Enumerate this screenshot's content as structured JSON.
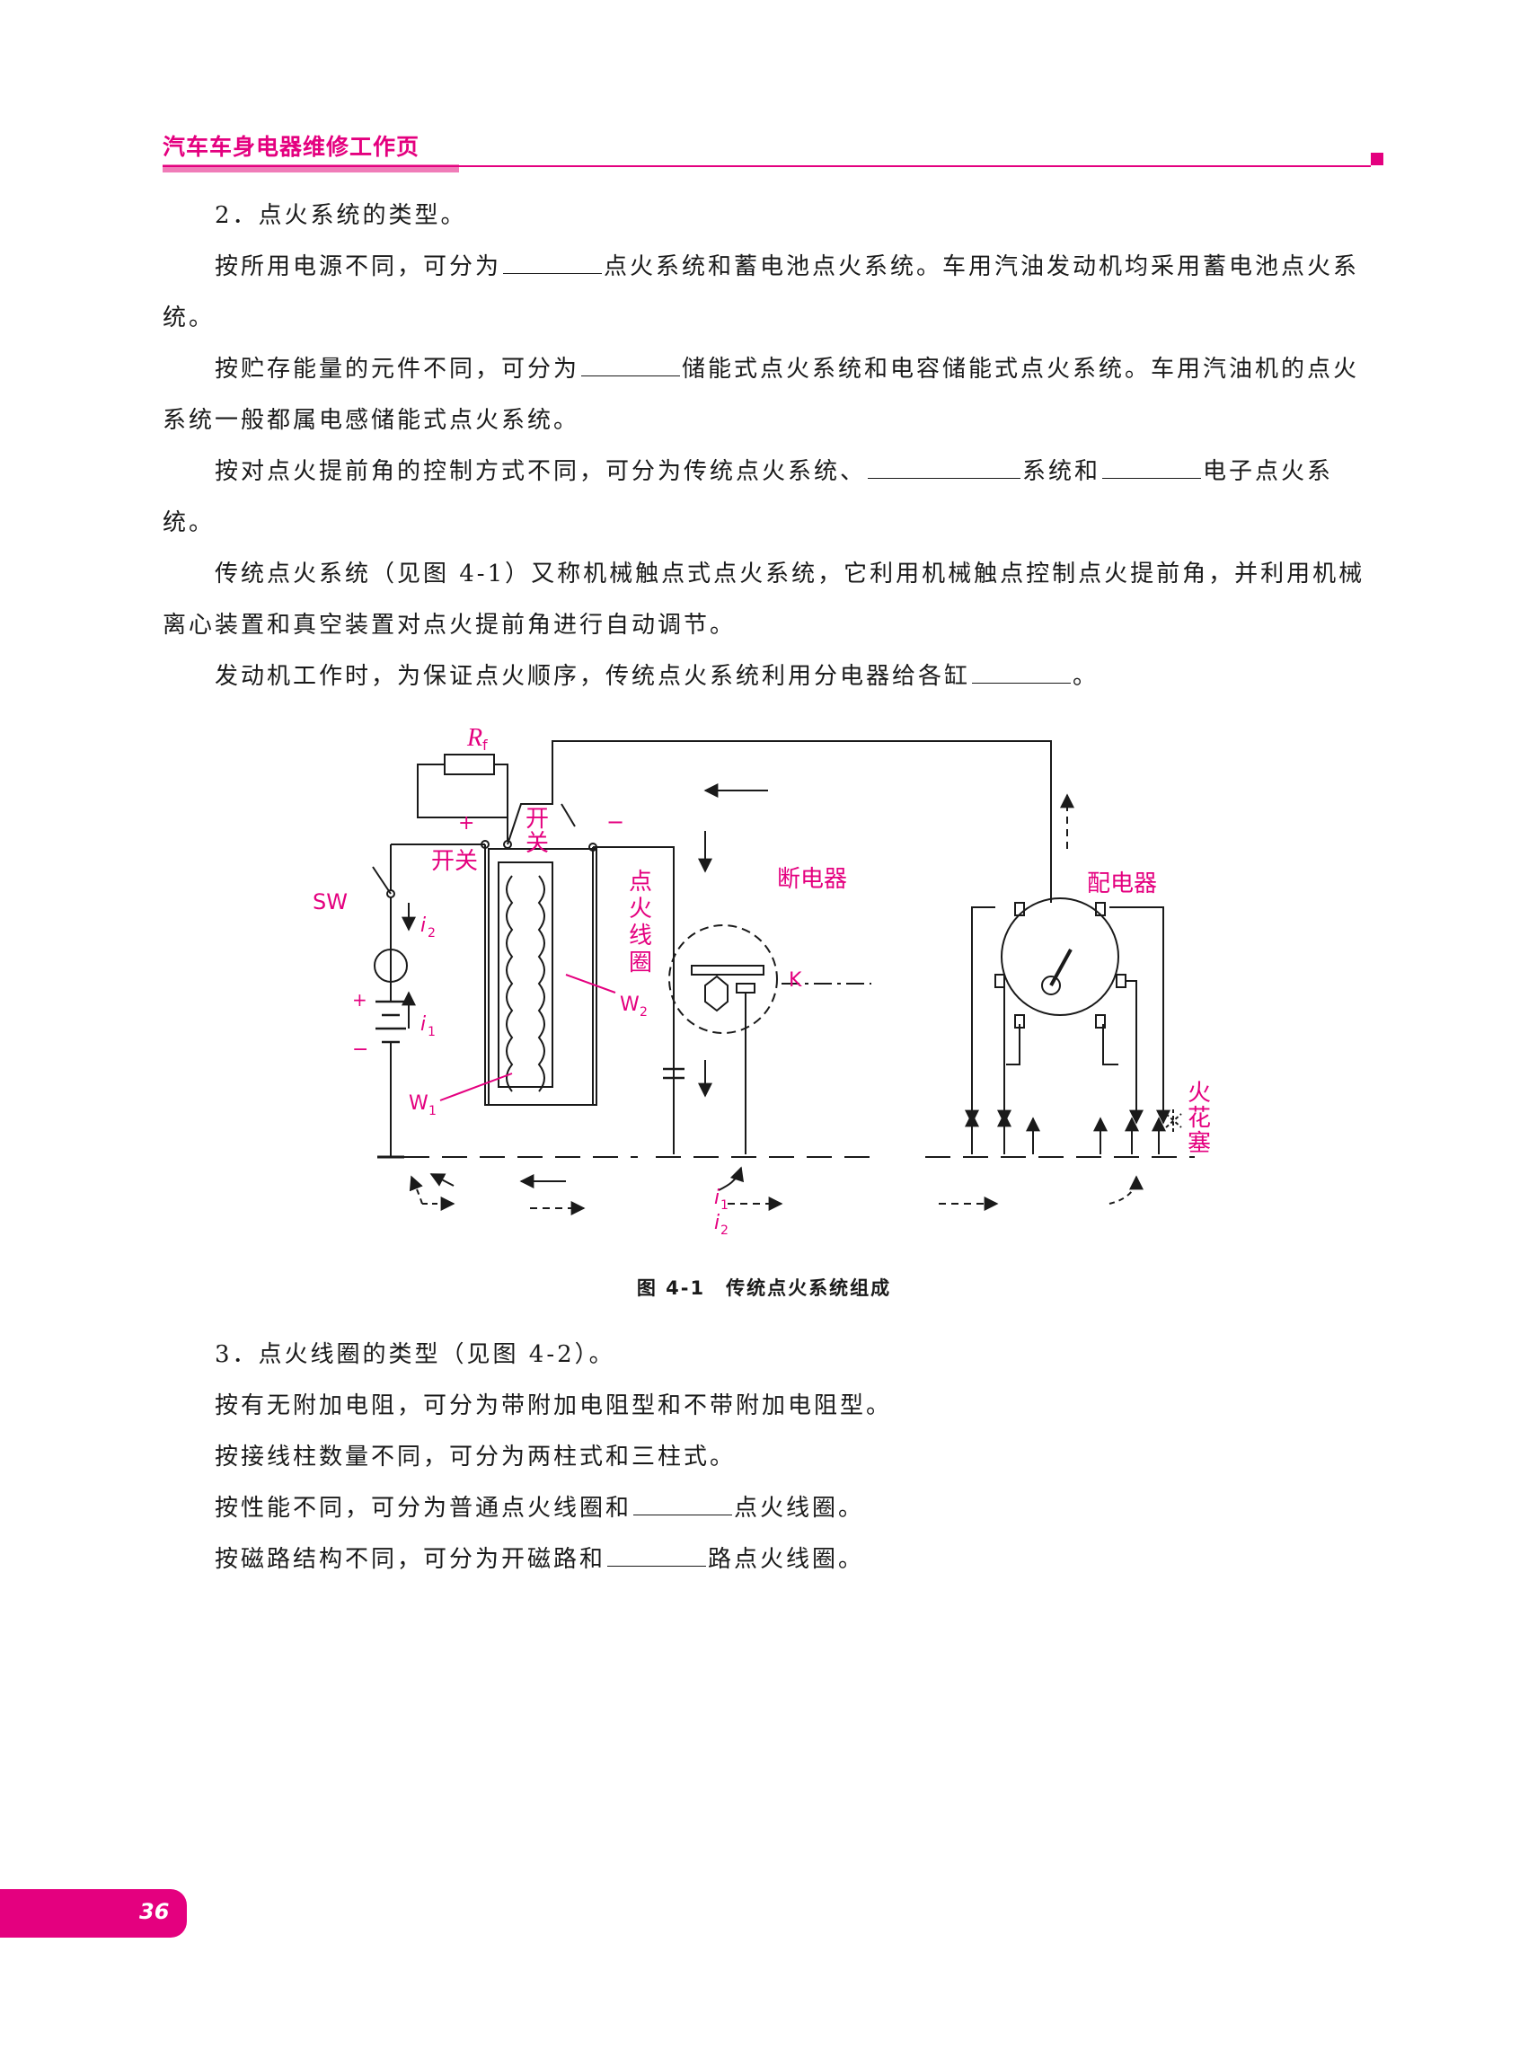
{
  "header": {
    "title": "汽车车身电器维修工作页"
  },
  "section2": {
    "heading": "2．点火系统的类型。",
    "p1a": "按所用电源不同，可分为",
    "p1b": "点火系统和蓄电池点火系统。车用汽油发动机均采用蓄电池点火系统。",
    "p2a": "按贮存能量的元件不同，可分为",
    "p2b": "储能式点火系统和电容储能式点火系统。车用汽油机的点火系统一般都属电感储能式点火系统。",
    "p3a": "按对点火提前角的控制方式不同，可分为传统点火系统、",
    "p3b": "系统和",
    "p3c": "电子点火系统。",
    "p4": "传统点火系统（见图 4-1）又称机械触点式点火系统，它利用机械触点控制点火提前角，并利用机械离心装置和真空装置对点火提前角进行自动调节。",
    "p5a": "发动机工作时，为保证点火顺序，传统点火系统利用分电器给各缸",
    "p5b": "。"
  },
  "figure": {
    "labels": {
      "rf": "R",
      "rf_sub": "f",
      "switch1": "开关",
      "switch2": "开",
      "switch2b": "关",
      "plus": "+",
      "minus": "−",
      "sw": "SW",
      "i2": "i",
      "i2_sub": "2",
      "i1": "i",
      "i1_sub": "1",
      "w1": "W",
      "w1_sub": "1",
      "w2": "W",
      "w2_sub": "2",
      "coil_1": "点",
      "coil_2": "火",
      "coil_3": "线",
      "coil_4": "圈",
      "breaker": "断电器",
      "k": "K",
      "distributor": "配电器",
      "plug_1": "火",
      "plug_2": "花",
      "plug_3": "塞",
      "batt_plus": "+",
      "batt_minus": "−"
    },
    "caption": "图 4-1　传统点火系统组成"
  },
  "section3": {
    "heading": "3．点火线圈的类型（见图 4-2）。",
    "p1": "按有无附加电阻，可分为带附加电阻型和不带附加电阻型。",
    "p2": "按接线柱数量不同，可分为两柱式和三柱式。",
    "p3a": "按性能不同，可分为普通点火线圈和",
    "p3b": "点火线圈。",
    "p4a": "按磁路结构不同，可分为开磁路和",
    "p4b": "路点火线圈。"
  },
  "footer": {
    "page_number": "36"
  },
  "colors": {
    "accent": "#e4007f",
    "accent_light": "#f07cb8",
    "text": "#1a1a1a"
  }
}
